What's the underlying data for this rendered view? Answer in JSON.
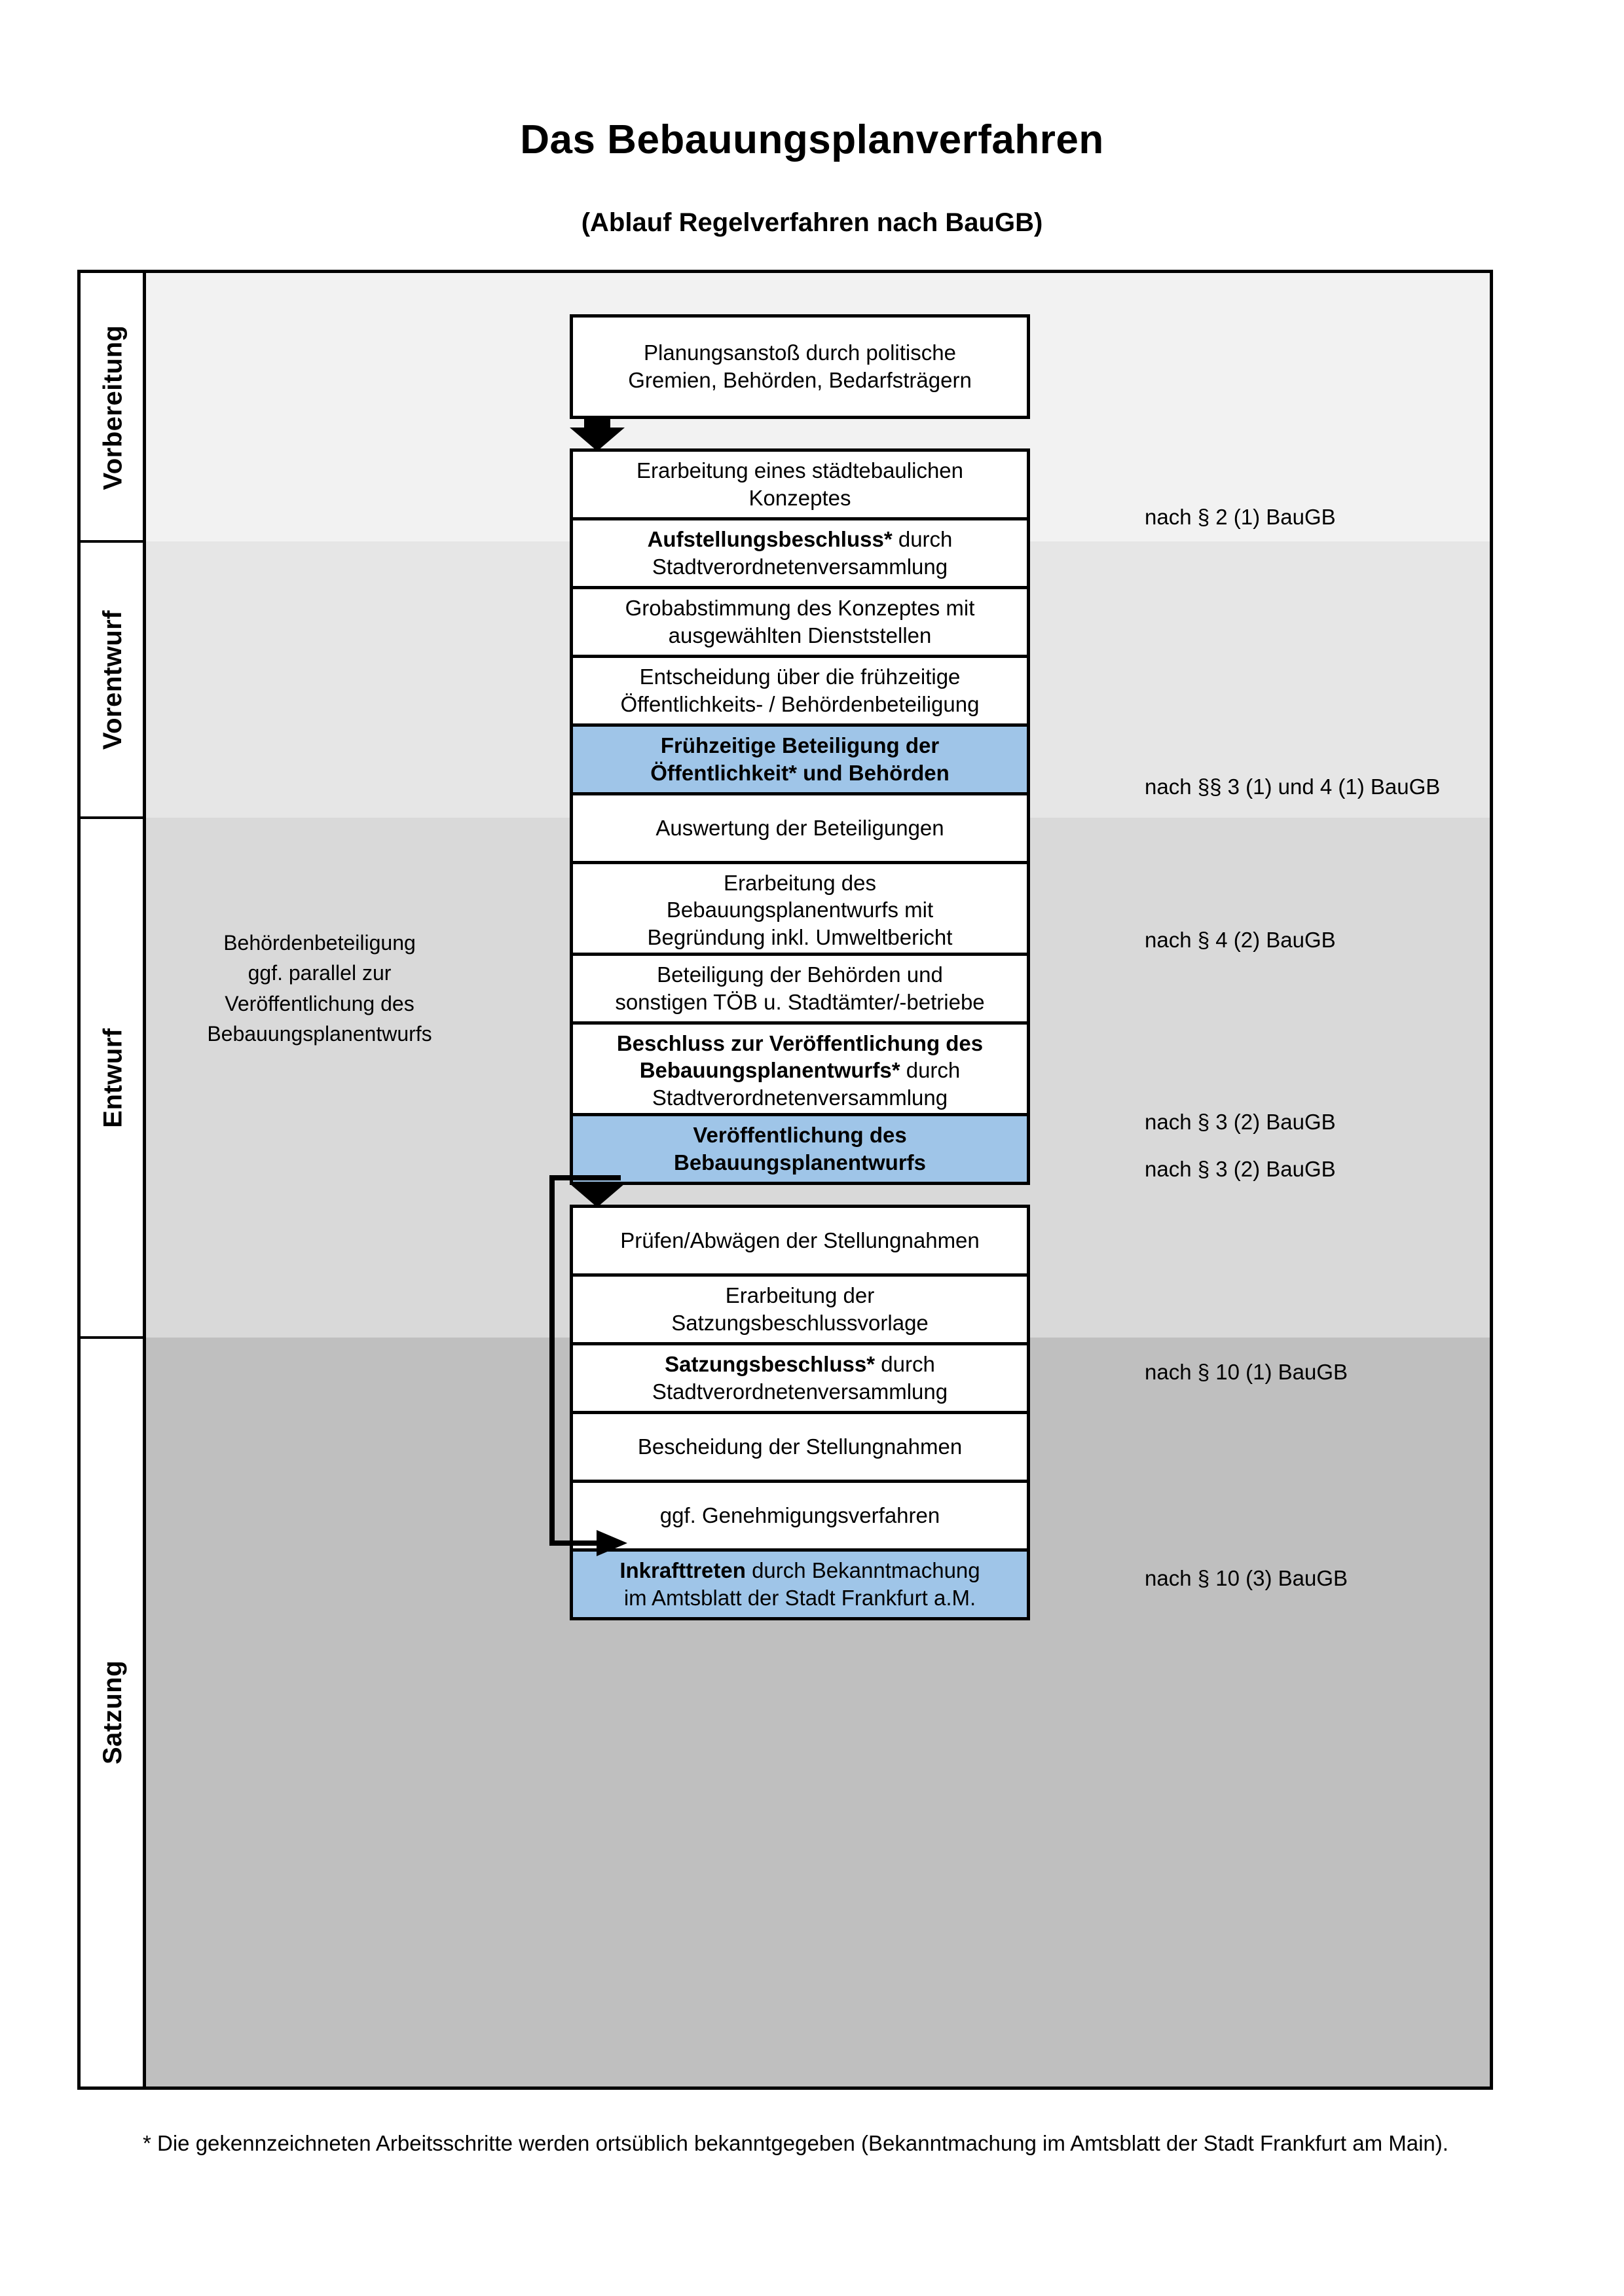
{
  "title": "Das Bebauungsplanverfahren",
  "subtitle": "(Ablauf Regelverfahren nach BauGB)",
  "phases": [
    {
      "label": "Vorbereitung",
      "bg": "#F2F2F2"
    },
    {
      "label": "Vorentwurf",
      "bg": "#E6E6E6"
    },
    {
      "label": "Entwurf",
      "bg": "#D9D9D9"
    },
    {
      "label": "Satzung",
      "bg": "#BFBFBF"
    }
  ],
  "colors": {
    "highlight_blue": "#9FC5E8",
    "box_border": "#000000",
    "band_1": "#F2F2F2",
    "band_2": "#E6E6E6",
    "band_3": "#D9D9D9",
    "band_4": "#BFBFBF"
  },
  "steps": [
    {
      "id": "planungsanstoss",
      "phase": "Vorbereitung",
      "highlight": false,
      "lines": [
        {
          "t": "Planungsanstoß durch politische",
          "b": false
        },
        {
          "t": "Gremien, Behörden, Bedarfsträgern",
          "b": false
        }
      ]
    },
    {
      "id": "staedtebauliches-konzept",
      "phase": "Vorbereitung",
      "highlight": false,
      "lines": [
        {
          "t": "Erarbeitung eines städtebaulichen",
          "b": false
        },
        {
          "t": "Konzeptes",
          "b": false
        }
      ]
    },
    {
      "id": "aufstellungsbeschluss",
      "phase": "Vorbereitung",
      "highlight": false,
      "lines": [
        {
          "t": "Aufstellungsbeschluss*",
          "b": true
        },
        {
          "t": " durch",
          "b": false
        },
        {
          "t": "\n",
          "b": false
        },
        {
          "t": "Stadtverordnetenversammlung",
          "b": false
        }
      ]
    },
    {
      "id": "grobabstimmung",
      "phase": "Vorentwurf",
      "highlight": false,
      "lines": [
        {
          "t": "Grobabstimmung des Konzeptes mit",
          "b": false
        },
        {
          "t": "ausgewählten Dienststellen",
          "b": false
        }
      ]
    },
    {
      "id": "entscheidung-fruehzeitige",
      "phase": "Vorentwurf",
      "highlight": false,
      "lines": [
        {
          "t": "Entscheidung über die frühzeitige",
          "b": false
        },
        {
          "t": "Öffentlichkeits- / Behördenbeteiligung",
          "b": false
        }
      ]
    },
    {
      "id": "fruehzeitige-beteiligung",
      "phase": "Vorentwurf",
      "highlight": true,
      "lines": [
        {
          "t": "Frühzeitige Beteiligung der",
          "b": true
        },
        {
          "t": "Öffentlichkeit* und Behörden",
          "b": true
        }
      ]
    },
    {
      "id": "auswertung-beteiligungen",
      "phase": "Entwurf",
      "highlight": false,
      "lines": [
        {
          "t": "Auswertung der Beteiligungen",
          "b": false
        }
      ]
    },
    {
      "id": "erarbeitung-bebauungsplanentwurf",
      "phase": "Entwurf",
      "highlight": false,
      "lines": [
        {
          "t": "Erarbeitung des",
          "b": false
        },
        {
          "t": "Bebauungsplanentwurfs mit",
          "b": false
        },
        {
          "t": "Begründung inkl. Umweltbericht",
          "b": false
        }
      ]
    },
    {
      "id": "beteiligung-behoerden-toeb",
      "phase": "Entwurf",
      "highlight": false,
      "lines": [
        {
          "t": "Beteiligung der Behörden und",
          "b": false
        },
        {
          "t": "sonstigen TÖB u. Stadtämter/-betriebe",
          "b": false
        }
      ]
    },
    {
      "id": "beschluss-veroeffentlichung",
      "phase": "Entwurf",
      "highlight": false,
      "lines": [
        {
          "t": "Beschluss zur Veröffentlichung des",
          "b": true
        },
        {
          "t": "Bebauungsplanentwurfs*",
          "b": true
        },
        {
          "t": " durch",
          "b": false
        },
        {
          "t": "\n",
          "b": false
        },
        {
          "t": "Stadtverordnetenversammlung",
          "b": false
        }
      ]
    },
    {
      "id": "veroeffentlichung-entwurf",
      "phase": "Entwurf",
      "highlight": true,
      "lines": [
        {
          "t": "Veröffentlichung des",
          "b": true
        },
        {
          "t": "Bebauungsplanentwurfs",
          "b": true
        }
      ]
    },
    {
      "id": "pruefen-abwaegen",
      "phase": "Satzung",
      "highlight": false,
      "lines": [
        {
          "t": "Prüfen/Abwägen der Stellungnahmen",
          "b": false
        }
      ]
    },
    {
      "id": "erarbeitung-satzungsbeschlussvorlage",
      "phase": "Satzung",
      "highlight": false,
      "lines": [
        {
          "t": "Erarbeitung der",
          "b": false
        },
        {
          "t": "Satzungsbeschlussvorlage",
          "b": false
        }
      ]
    },
    {
      "id": "satzungsbeschluss",
      "phase": "Satzung",
      "highlight": false,
      "lines": [
        {
          "t": "Satzungsbeschluss*",
          "b": true
        },
        {
          "t": " durch",
          "b": false
        },
        {
          "t": "\n",
          "b": false
        },
        {
          "t": "Stadtverordnetenversammlung",
          "b": false
        }
      ]
    },
    {
      "id": "bescheidung-stellungnahmen",
      "phase": "Satzung",
      "highlight": false,
      "lines": [
        {
          "t": "Bescheidung der Stellungnahmen",
          "b": false
        }
      ]
    },
    {
      "id": "genehmigungsverfahren",
      "phase": "Satzung",
      "highlight": false,
      "lines": [
        {
          "t": "ggf. Genehmigungsverfahren",
          "b": false
        }
      ]
    },
    {
      "id": "inkrafttreten",
      "phase": "Satzung",
      "highlight": true,
      "lines": [
        {
          "t": "Inkrafttreten",
          "b": true
        },
        {
          "t": " durch Bekanntmachung",
          "b": false
        },
        {
          "t": "\n",
          "b": false
        },
        {
          "t": "im Amtsblatt der Stadt Frankfurt a.M.",
          "b": false
        }
      ]
    }
  ],
  "step_texts": {
    "planungsanstoss": "Planungsanstoß durch politische Gremien, Behörden, Bedarfsträgern",
    "staedtebauliches_konzept": "Erarbeitung eines städtebaulichen Konzeptes",
    "aufstellungsbeschluss": "Aufstellungsbeschluss* durch Stadtverordnetenversammlung",
    "grobabstimmung": "Grobabstimmung des Konzeptes mit ausgewählten Dienststellen",
    "entscheidung_fruehzeitige": "Entscheidung über die frühzeitige Öffentlichkeits- / Behördenbeteiligung",
    "fruehzeitige_beteiligung": "Frühzeitige Beteiligung der Öffentlichkeit* und Behörden",
    "auswertung_beteiligungen": "Auswertung der Beteiligungen",
    "erarbeitung_bebauungsplanentwurf": "Erarbeitung des Bebauungsplanentwurfs mit Begründung inkl. Umweltbericht",
    "beteiligung_behoerden_toeb": "Beteiligung der Behörden und sonstigen TÖB u. Stadtämter/-betriebe",
    "beschluss_veroeffentlichung": "Beschluss zur Veröffentlichung des Bebauungsplanentwurfs* durch Stadtverordnetenversammlung",
    "veroeffentlichung_entwurf": "Veröffentlichung des Bebauungsplanentwurfs",
    "pruefen_abwaegen": "Prüfen/Abwägen der Stellungnahmen",
    "erarbeitung_satzungsbeschlussvorlage": "Erarbeitung der Satzungsbeschlussvorlage",
    "satzungsbeschluss": "Satzungsbeschluss* durch Stadtverordnetenversammlung",
    "bescheidung_stellungnahmen": "Bescheidung der Stellungnahmen",
    "genehmigungsverfahren": "ggf. Genehmigungsverfahren",
    "inkrafttreten": "Inkrafttreten durch Bekanntmachung im Amtsblatt der Stadt Frankfurt a.M."
  },
  "sidenote": {
    "lines": [
      "Behördenbeteiligung",
      "ggf. parallel zur",
      "Veröffentlichung des",
      "Bebauungsplanentwurfs"
    ]
  },
  "law_refs": [
    {
      "id": "ref-aufstellungsbeschluss",
      "text": "nach § 2 (1) BauGB"
    },
    {
      "id": "ref-fruehzeitige-beteiligung",
      "text": "nach §§ 3 (1) und 4 (1) BauGB"
    },
    {
      "id": "ref-beteiligung-behoerden",
      "text": "nach § 4 (2) BauGB"
    },
    {
      "id": "ref-beschluss-veroeffentlichung",
      "text": "nach § 3 (2) BauGB"
    },
    {
      "id": "ref-veroeffentlichung-entwurf",
      "text": "nach § 3 (2) BauGB"
    },
    {
      "id": "ref-satzungsbeschluss",
      "text": "nach § 10 (1) BauGB"
    },
    {
      "id": "ref-inkrafttreten",
      "text": "nach § 10 (3) BauGB"
    }
  ],
  "footnote": "* Die gekennzeichneten Arbeitsschritte werden ortsüblich bekanntgegeben (Bekanntmachung im Amtsblatt  der Stadt Frankfurt am Main)."
}
